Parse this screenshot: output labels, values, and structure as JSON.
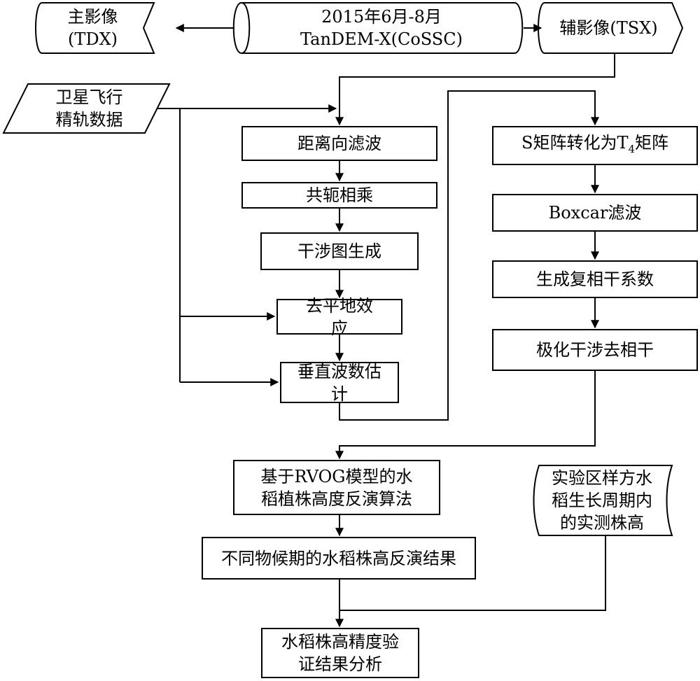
{
  "nodes": {
    "source": "2015年6月-8月\nTanDEM-X(CoSSC)",
    "master": "主影像\n(TDX)",
    "slave": "辅影像(TSX)",
    "orbit": "卫星飞行\n精轨数据",
    "range_filter": "距离向滤波",
    "conj_multiply": "共轭相乘",
    "interferogram": "干涉图生成",
    "flat_earth": "去平地效\n应",
    "vertical_wavenumber": "垂直波数估\n计",
    "s_to_t4_prefix": "S矩阵转化为T",
    "s_to_t4_sub": "4",
    "s_to_t4_suffix": "矩阵",
    "boxcar": "Boxcar滤波",
    "complex_coherence": "生成复相干系数",
    "polarimetric_coherence": "极化干涉去相干",
    "rvog_inversion": "基于RVOG模型的水\n稻植株高度反演算法",
    "field_measurement": "实验区样方水\n稻生长周期内\n的实测株高",
    "results": "不同物候期的水稻株高反演结果",
    "validation": "水稻株高精度验\n证结果分析"
  }
}
